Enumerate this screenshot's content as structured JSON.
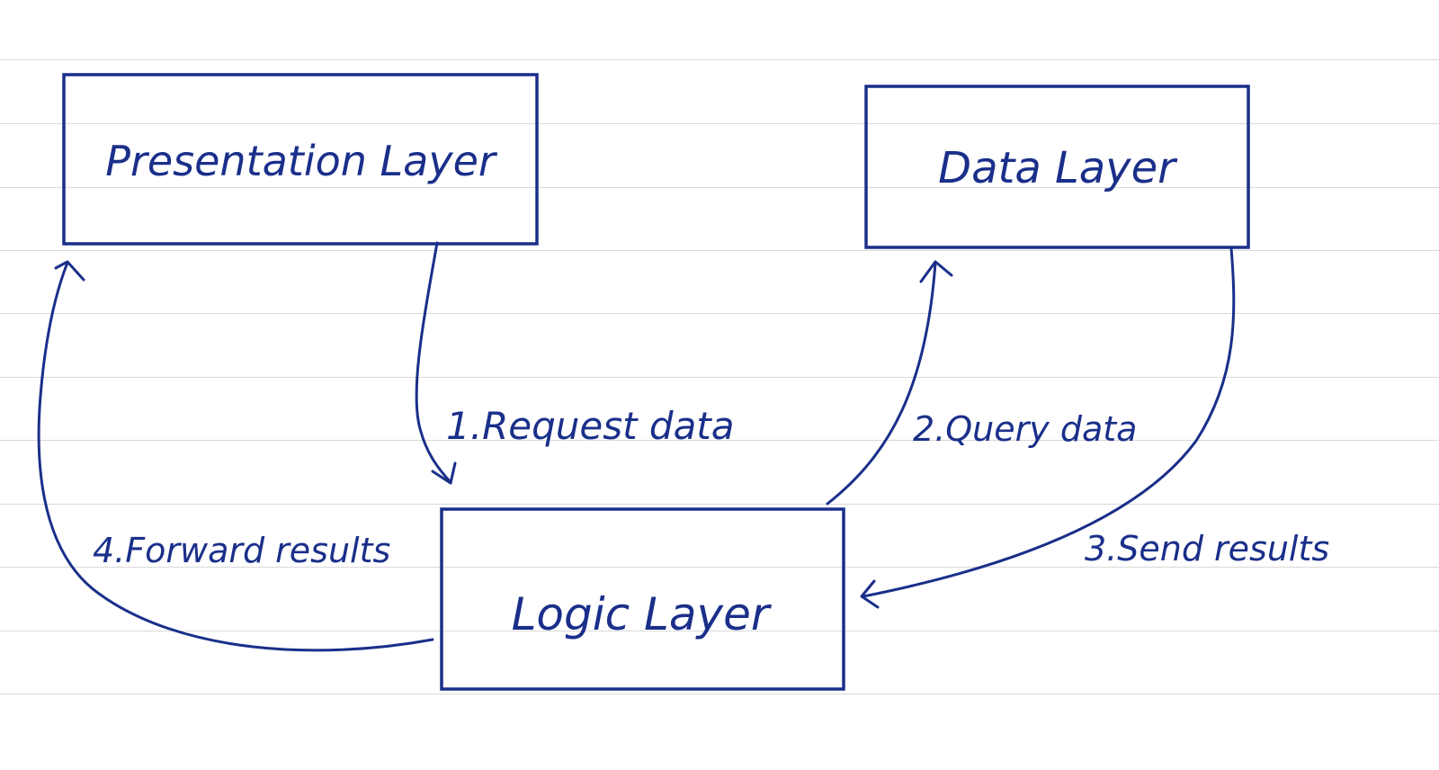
{
  "ink_color": "#1a2f8a",
  "ruled_line_color": "#d9d9d9",
  "nodes": {
    "presentation": {
      "label": "Presentation Layer"
    },
    "data": {
      "label": "Data Layer"
    },
    "logic": {
      "label": "Logic Layer"
    }
  },
  "edges": [
    {
      "id": "step1",
      "label": "1.Request data",
      "from": "presentation",
      "to": "logic"
    },
    {
      "id": "step2",
      "label": "2.Query data",
      "from": "logic",
      "to": "data"
    },
    {
      "id": "step3",
      "label": "3.Send results",
      "from": "data",
      "to": "logic"
    },
    {
      "id": "step4",
      "label": "4.Forward results",
      "from": "logic",
      "to": "presentation"
    }
  ]
}
